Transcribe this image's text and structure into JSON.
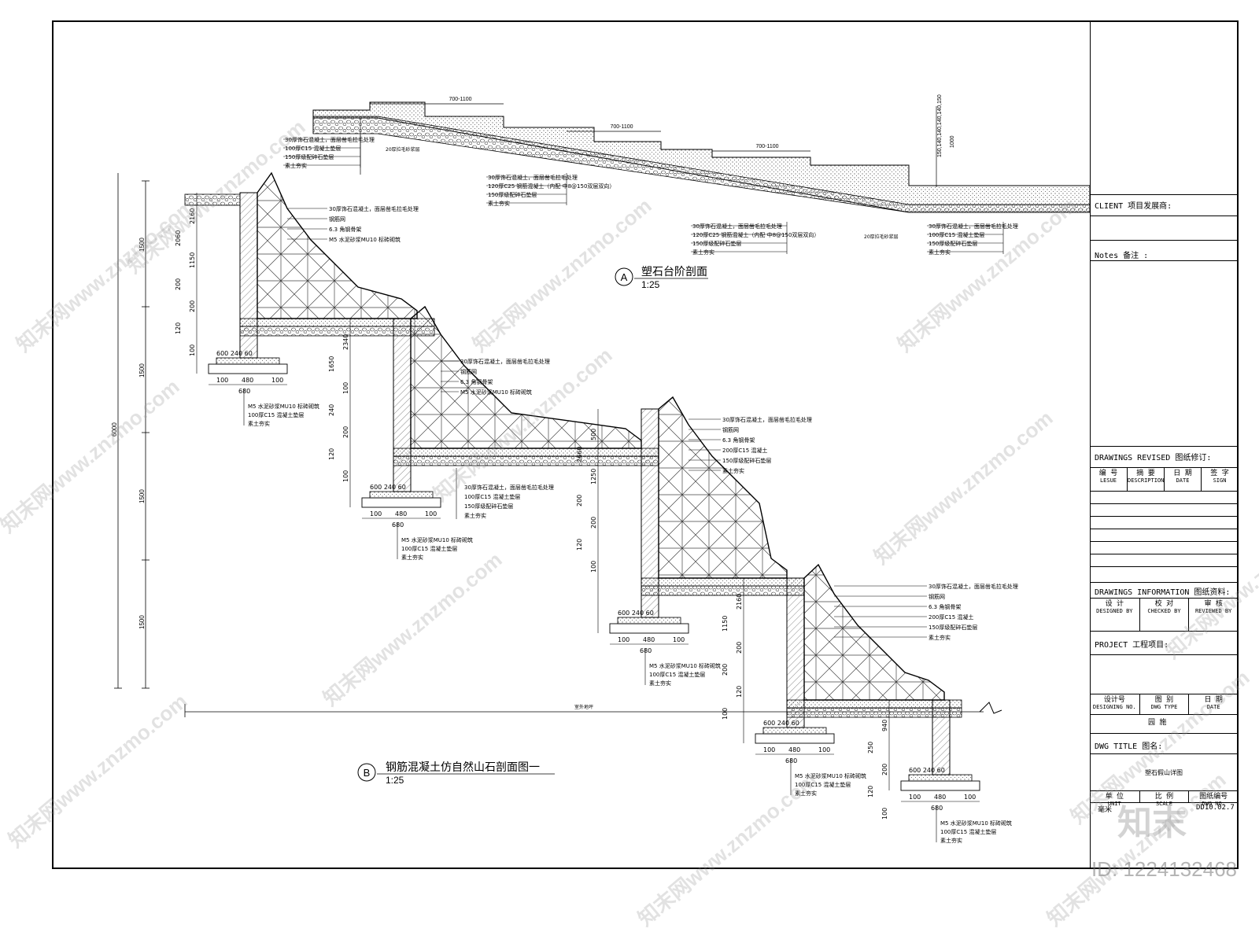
{
  "sheet": {
    "section_a": {
      "marker": "A",
      "title": "塑石台阶剖面",
      "scale": "1:25"
    },
    "section_b": {
      "marker": "B",
      "title": "钢筋混凝土仿自然山石剖面图一",
      "scale": "1:25"
    }
  },
  "section_a_notes": {
    "left": [
      "30厚饰石混凝土，面层凿毛拉毛处理",
      "100厚C15 混凝土垫层",
      "150厚级配碎石垫层",
      "素土夯实"
    ],
    "left_extra": "20厚拉毛砂浆层",
    "middle": [
      "30厚饰石混凝土，面层凿毛拉毛处理",
      "120厚C25 钢筋混凝土（内配 中8@150双层双向）",
      "150厚级配碎石垫层",
      "素土夯实"
    ],
    "right_mid": [
      "30厚饰石混凝土，面层凿毛拉毛处理",
      "120厚C25 钢筋混凝土（内配 中8@150双层双向）",
      "150厚级配碎石垫层",
      "素土夯实"
    ],
    "right_extra": "20厚拉毛砂浆层",
    "far_right": [
      "30厚饰石混凝土，面层凿毛拉毛处理",
      "100厚C15 混凝土垫层",
      "150厚级配碎石垫层",
      "素土夯实"
    ],
    "dims": [
      "700-1100",
      "700-1100",
      "700-1100",
      "150,140,140,140,140,150",
      "1000"
    ]
  },
  "wall_notes": [
    "30厚饰石混凝土，面层凿毛拉毛处理",
    "钢筋网",
    "6.3 角钢骨架",
    "M5 水泥砂浆MU10 标砖砌筑"
  ],
  "wall_notes_b": [
    "30厚饰石混凝土，面层凿毛拉毛处理",
    "钢筋网",
    "6.3 角钢骨架",
    "200厚C15 混凝土",
    "150厚级配碎石垫层",
    "素土夯实"
  ],
  "path_notes": [
    "30厚饰石混凝土，面层凿毛拉毛处理",
    "100厚C15 混凝土垫层",
    "150厚级配碎石垫层",
    "素土夯实"
  ],
  "footing_notes": [
    "M5 水泥砂浆MU10 标砖砌筑",
    "100厚C15 混凝土垫层",
    "素土夯实"
  ],
  "dims_b": {
    "left_total": "6000",
    "left_parts": [
      "1500",
      "1500",
      "1500",
      "1500"
    ],
    "wall1": [
      "2160",
      "2060",
      "1150",
      "200",
      "200",
      "120",
      "100"
    ],
    "footing": [
      "600",
      "240",
      "60",
      "100",
      "480",
      "100",
      "680"
    ],
    "wall2": [
      "2340",
      "1650",
      "100",
      "240",
      "200",
      "120",
      "100"
    ],
    "wall3": [
      "500",
      "2660",
      "1250",
      "200",
      "200",
      "120",
      "100"
    ],
    "wall4": [
      "2160",
      "1150",
      "200",
      "200",
      "120",
      "100"
    ],
    "wall5": [
      "940",
      "250",
      "200",
      "120",
      "100"
    ],
    "ground": "室外地坪"
  },
  "title_block": {
    "client": "CLIENT 项目发展商:",
    "notes": "Notes 备注 :",
    "revised": "DRAWINGS REVISED 图纸修订:",
    "rev_cols": [
      [
        "编 号",
        "LESUE"
      ],
      [
        "摘 要",
        "DESCRIPTION"
      ],
      [
        "日 期",
        "DATE"
      ],
      [
        "签 字",
        "SIGN"
      ]
    ],
    "info": "DRAWINGS INFORMATION 图纸资料:",
    "info_cols": [
      [
        "设 计",
        "DESIGNED BY"
      ],
      [
        "校 对",
        "CHECKED BY"
      ],
      [
        "审 核",
        "REVIEWED BY"
      ]
    ],
    "project": "PROJECT 工程项目:",
    "proj_cols": [
      [
        "设计号",
        "DESIGNING NO."
      ],
      [
        "图 别",
        "DWG TYPE"
      ],
      [
        "日 期",
        "DATE"
      ]
    ],
    "dwg_type": "园 施",
    "dwg_title": "DWG TITLE 图名:",
    "title_value": "塑石假山详图",
    "bottom_cols": [
      [
        "单 位",
        "UNIT"
      ],
      [
        "比 例",
        "SCALE"
      ],
      [
        "图纸编号",
        "DWG NO."
      ]
    ],
    "unit_value": "毫米",
    "dwg_no": "DD10.02.7"
  },
  "watermark": {
    "text": "知末网www.znzmo.com",
    "logo": "知末",
    "id": "ID: 1224132468"
  }
}
